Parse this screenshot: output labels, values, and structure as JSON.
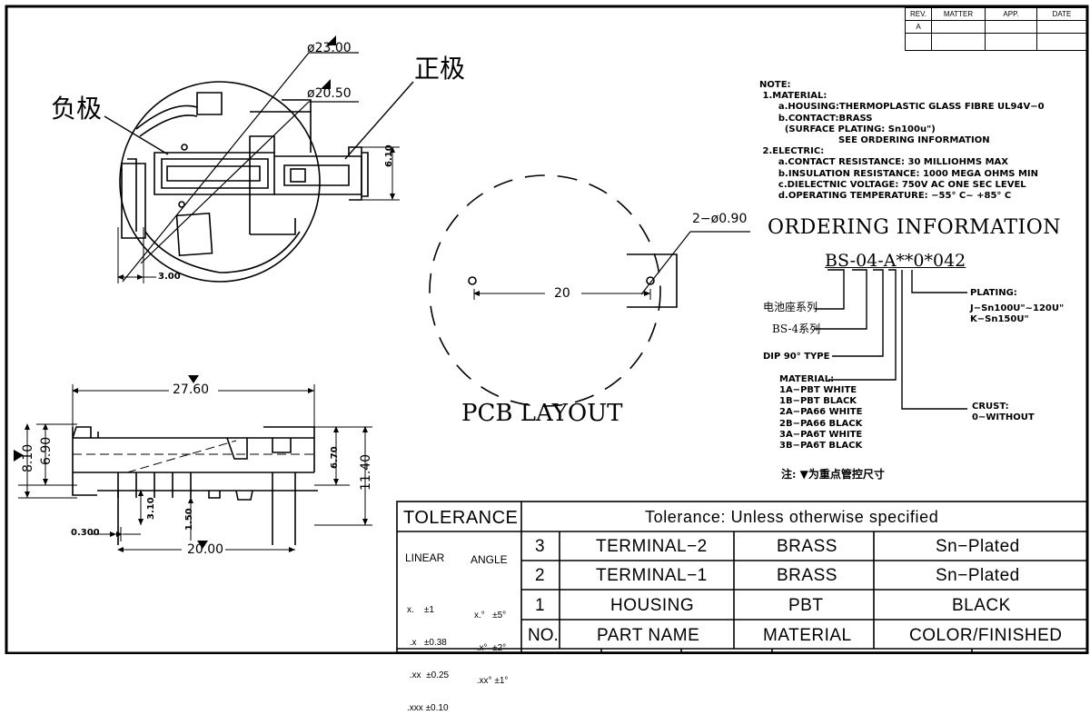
{
  "revision_table": {
    "headers": [
      "REV.",
      "MATTER",
      "APP.",
      "DATE"
    ],
    "rows": [
      [
        "A",
        "",
        "",
        ""
      ]
    ]
  },
  "callouts": {
    "negative": "负极",
    "positive": "正极"
  },
  "top_view_dims": {
    "d_outer": "ø23.00",
    "d_inner": "ø20.50",
    "height_610": "6.10",
    "offset_300": "3.00"
  },
  "pcb_layout": {
    "title": "PCB LAYOUT",
    "hole_spec": "2−ø0.90",
    "pitch": "20"
  },
  "side_view_dims": {
    "width_2760": "27.60",
    "h_810": "8.10",
    "h_690": "6.90",
    "h_670": "6.70",
    "h_1140": "11.40",
    "h_310": "3.10",
    "h_150": "1.50",
    "w_2000": "20.00",
    "w_0300": "0.300"
  },
  "notes": {
    "lines": [
      "NOTE:",
      " 1.MATERIAL:",
      "      a.HOUSING:THERMOPLASTIC GLASS FIBRE UL94V−0",
      "      b.CONTACT:BRASS",
      "        (SURFACE PLATING: Sn100u\")",
      "                         SEE ORDERING INFORMATION",
      " 2.ELECTRIC:",
      "      a.CONTACT RESISTANCE: 30 MILLIOHMS MAX",
      "      b.INSULATION RESISTANCE: 1000 MEGA OHMS MIN",
      "      c.DIELECTNIC VOLTAGE: 750V AC ONE SEC LEVEL",
      "      d.OPERATING TEMPERATURE: −55° C~ +85° C"
    ]
  },
  "ordering": {
    "title": "ORDERING INFORMATION",
    "part_code": "BS-04-A**0*042",
    "labels": {
      "series_cn": "电池座系列",
      "bs4": "BS-4系列",
      "dip": "DIP 90° TYPE",
      "material_title": "MATERIAL:",
      "material_options": [
        "1A−PBT WHITE",
        "1B−PBT BLACK",
        "2A−PA66 WHITE",
        "2B−PA66 BLACK",
        "3A−PA6T WHITE",
        "3B−PA6T BLACK"
      ],
      "plating_title": "PLATING:",
      "plating_options": [
        "J−Sn100U\"~120U\"",
        "K−Sn150U\""
      ],
      "crust_title": "CRUST:",
      "crust_options": [
        "0−WITHOUT"
      ]
    },
    "note_cn": "注: ▼为重点管控尺寸"
  },
  "tolerance": {
    "title": "TOLERANCE",
    "header": "Tolerance: Unless otherwise specified",
    "linear_label": "LINEAR",
    "angle_label": "ANGLE",
    "linear_rows": [
      "x.    ±1",
      " .x   ±0.38",
      " .xx  ±0.25",
      ".xxx ±0.10"
    ],
    "angle_rows": [
      "x.°   ±5°",
      " .x°  ±2°",
      " .xx° ±1°"
    ]
  },
  "bom": {
    "rows": [
      {
        "no": "3",
        "part": "TERMINAL−2",
        "material": "BRASS",
        "finish": "Sn−Plated"
      },
      {
        "no": "2",
        "part": "TERMINAL−1",
        "material": "BRASS",
        "finish": "Sn−Plated"
      },
      {
        "no": "1",
        "part": "HOUSING",
        "material": "PBT",
        "finish": "BLACK"
      }
    ],
    "header": {
      "no": "NO.",
      "part": "PART NAME",
      "material": "MATERIAL",
      "finish": "COLOR/FINISHED"
    }
  }
}
